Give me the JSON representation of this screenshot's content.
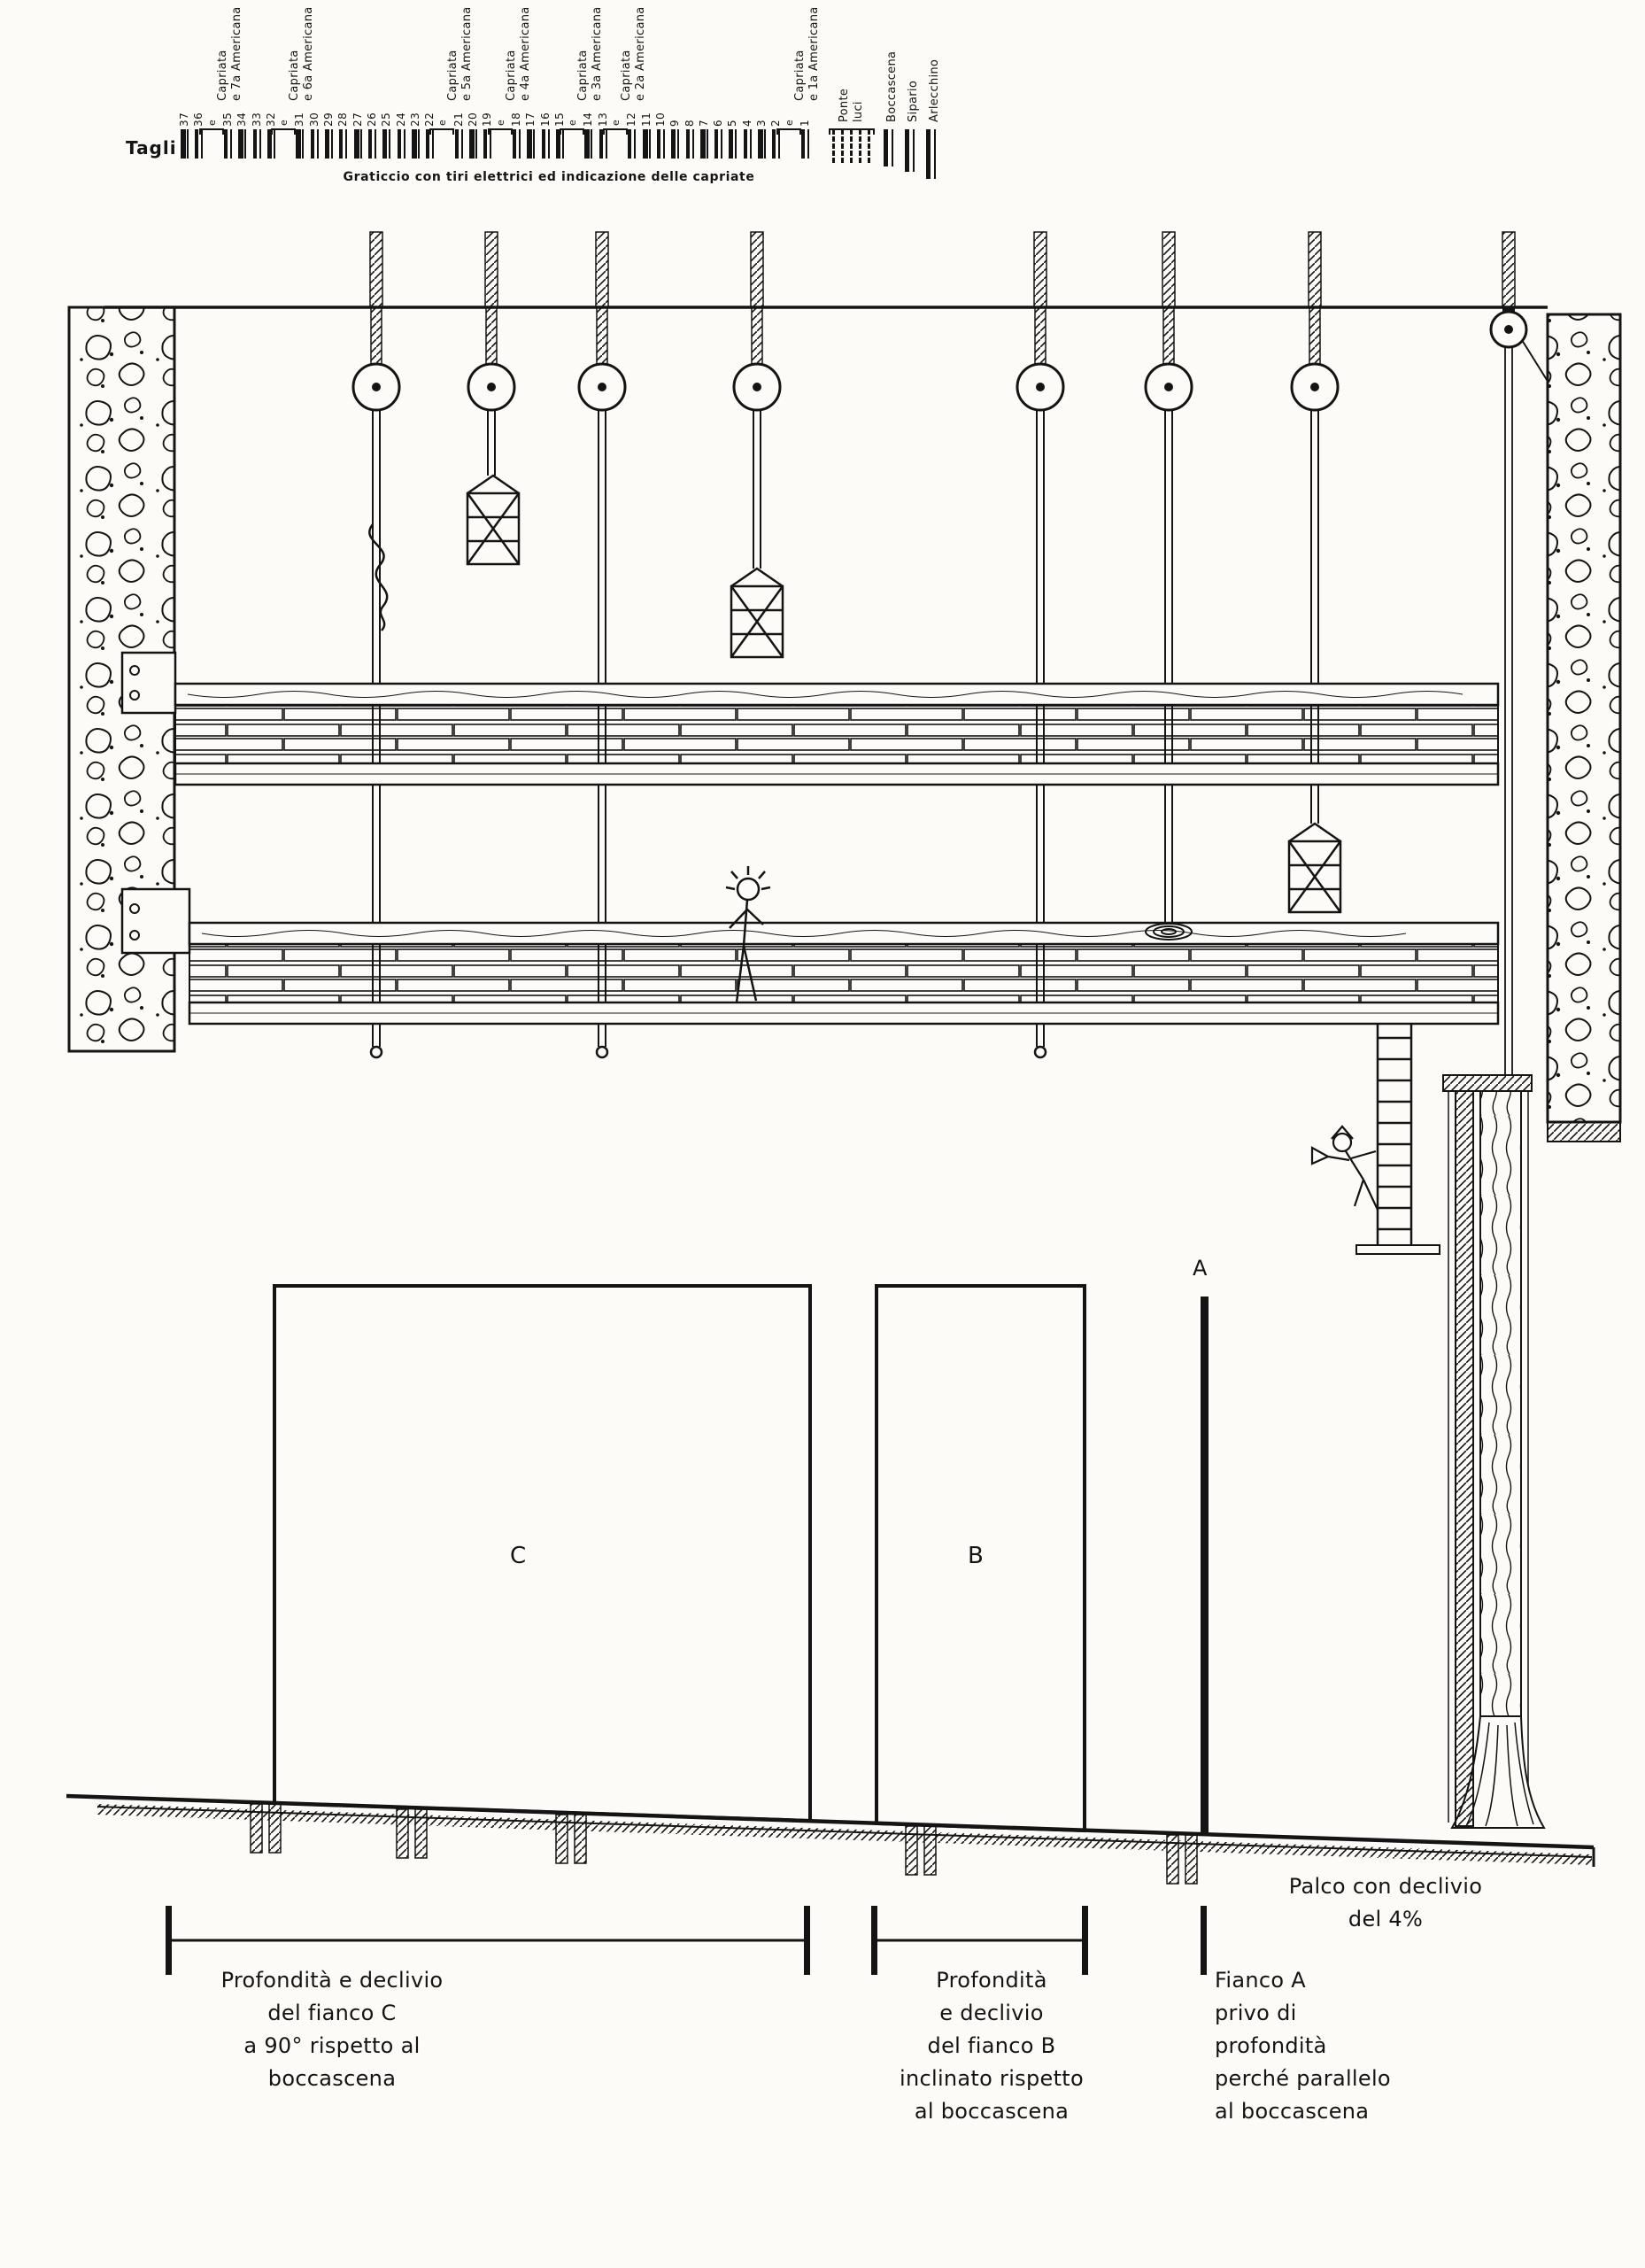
{
  "colors": {
    "ink": "#141414",
    "paper": "#fcfbf7"
  },
  "ruler": {
    "label": "Tagli",
    "ticks": [
      "37",
      "36",
      "e",
      "35",
      "34",
      "33",
      "32",
      "e",
      "31",
      "30",
      "29",
      "28",
      "27",
      "26",
      "25",
      "24",
      "23",
      "22",
      "e",
      "21",
      "20",
      "19",
      "e",
      "18",
      "17",
      "16",
      "15",
      "e",
      "14",
      "13",
      "e",
      "12",
      "11",
      "10",
      "9",
      "8",
      "7",
      "6",
      "5",
      "4",
      "3",
      "2",
      "e",
      "1"
    ],
    "capriata_labels": [
      {
        "line1": "Capriata",
        "line2": "e 7a Americana"
      },
      {
        "line1": "Capriata",
        "line2": "e 6a Americana"
      },
      {
        "line1": "Capriata",
        "line2": "e 5a Americana"
      },
      {
        "line1": "Capriata",
        "line2": "e 4a Americana"
      },
      {
        "line1": "Capriata",
        "line2": "e 3a Americana"
      },
      {
        "line1": "Capriata",
        "line2": "e 2a Americana"
      },
      {
        "line1": "Capriata",
        "line2": "e 1a Americana"
      }
    ],
    "right_labels": [
      {
        "lines": [
          "Ponte",
          "luci"
        ]
      },
      {
        "lines": [
          "Boccascena"
        ]
      },
      {
        "lines": [
          "Sipario"
        ]
      },
      {
        "lines": [
          "Arlecchino"
        ]
      }
    ]
  },
  "caption": "Graticcio con tiri elettrici ed indicazione delle capriate",
  "drawing": {
    "flat_c_label": "C",
    "flat_b_label": "B",
    "flat_a_label": "A"
  },
  "notes": {
    "palco": "Palco con declivio\ndel 4%",
    "fianco_c": "Profondità e declivio\ndel fianco C\na 90° rispetto al boccascena",
    "fianco_b": "Profondità\ne declivio\ndel fianco B\ninclinato rispetto\nal boccascena",
    "fianco_a": "Fianco A\nprivo di\nprofondità\nperché parallelo\nal boccascena"
  }
}
